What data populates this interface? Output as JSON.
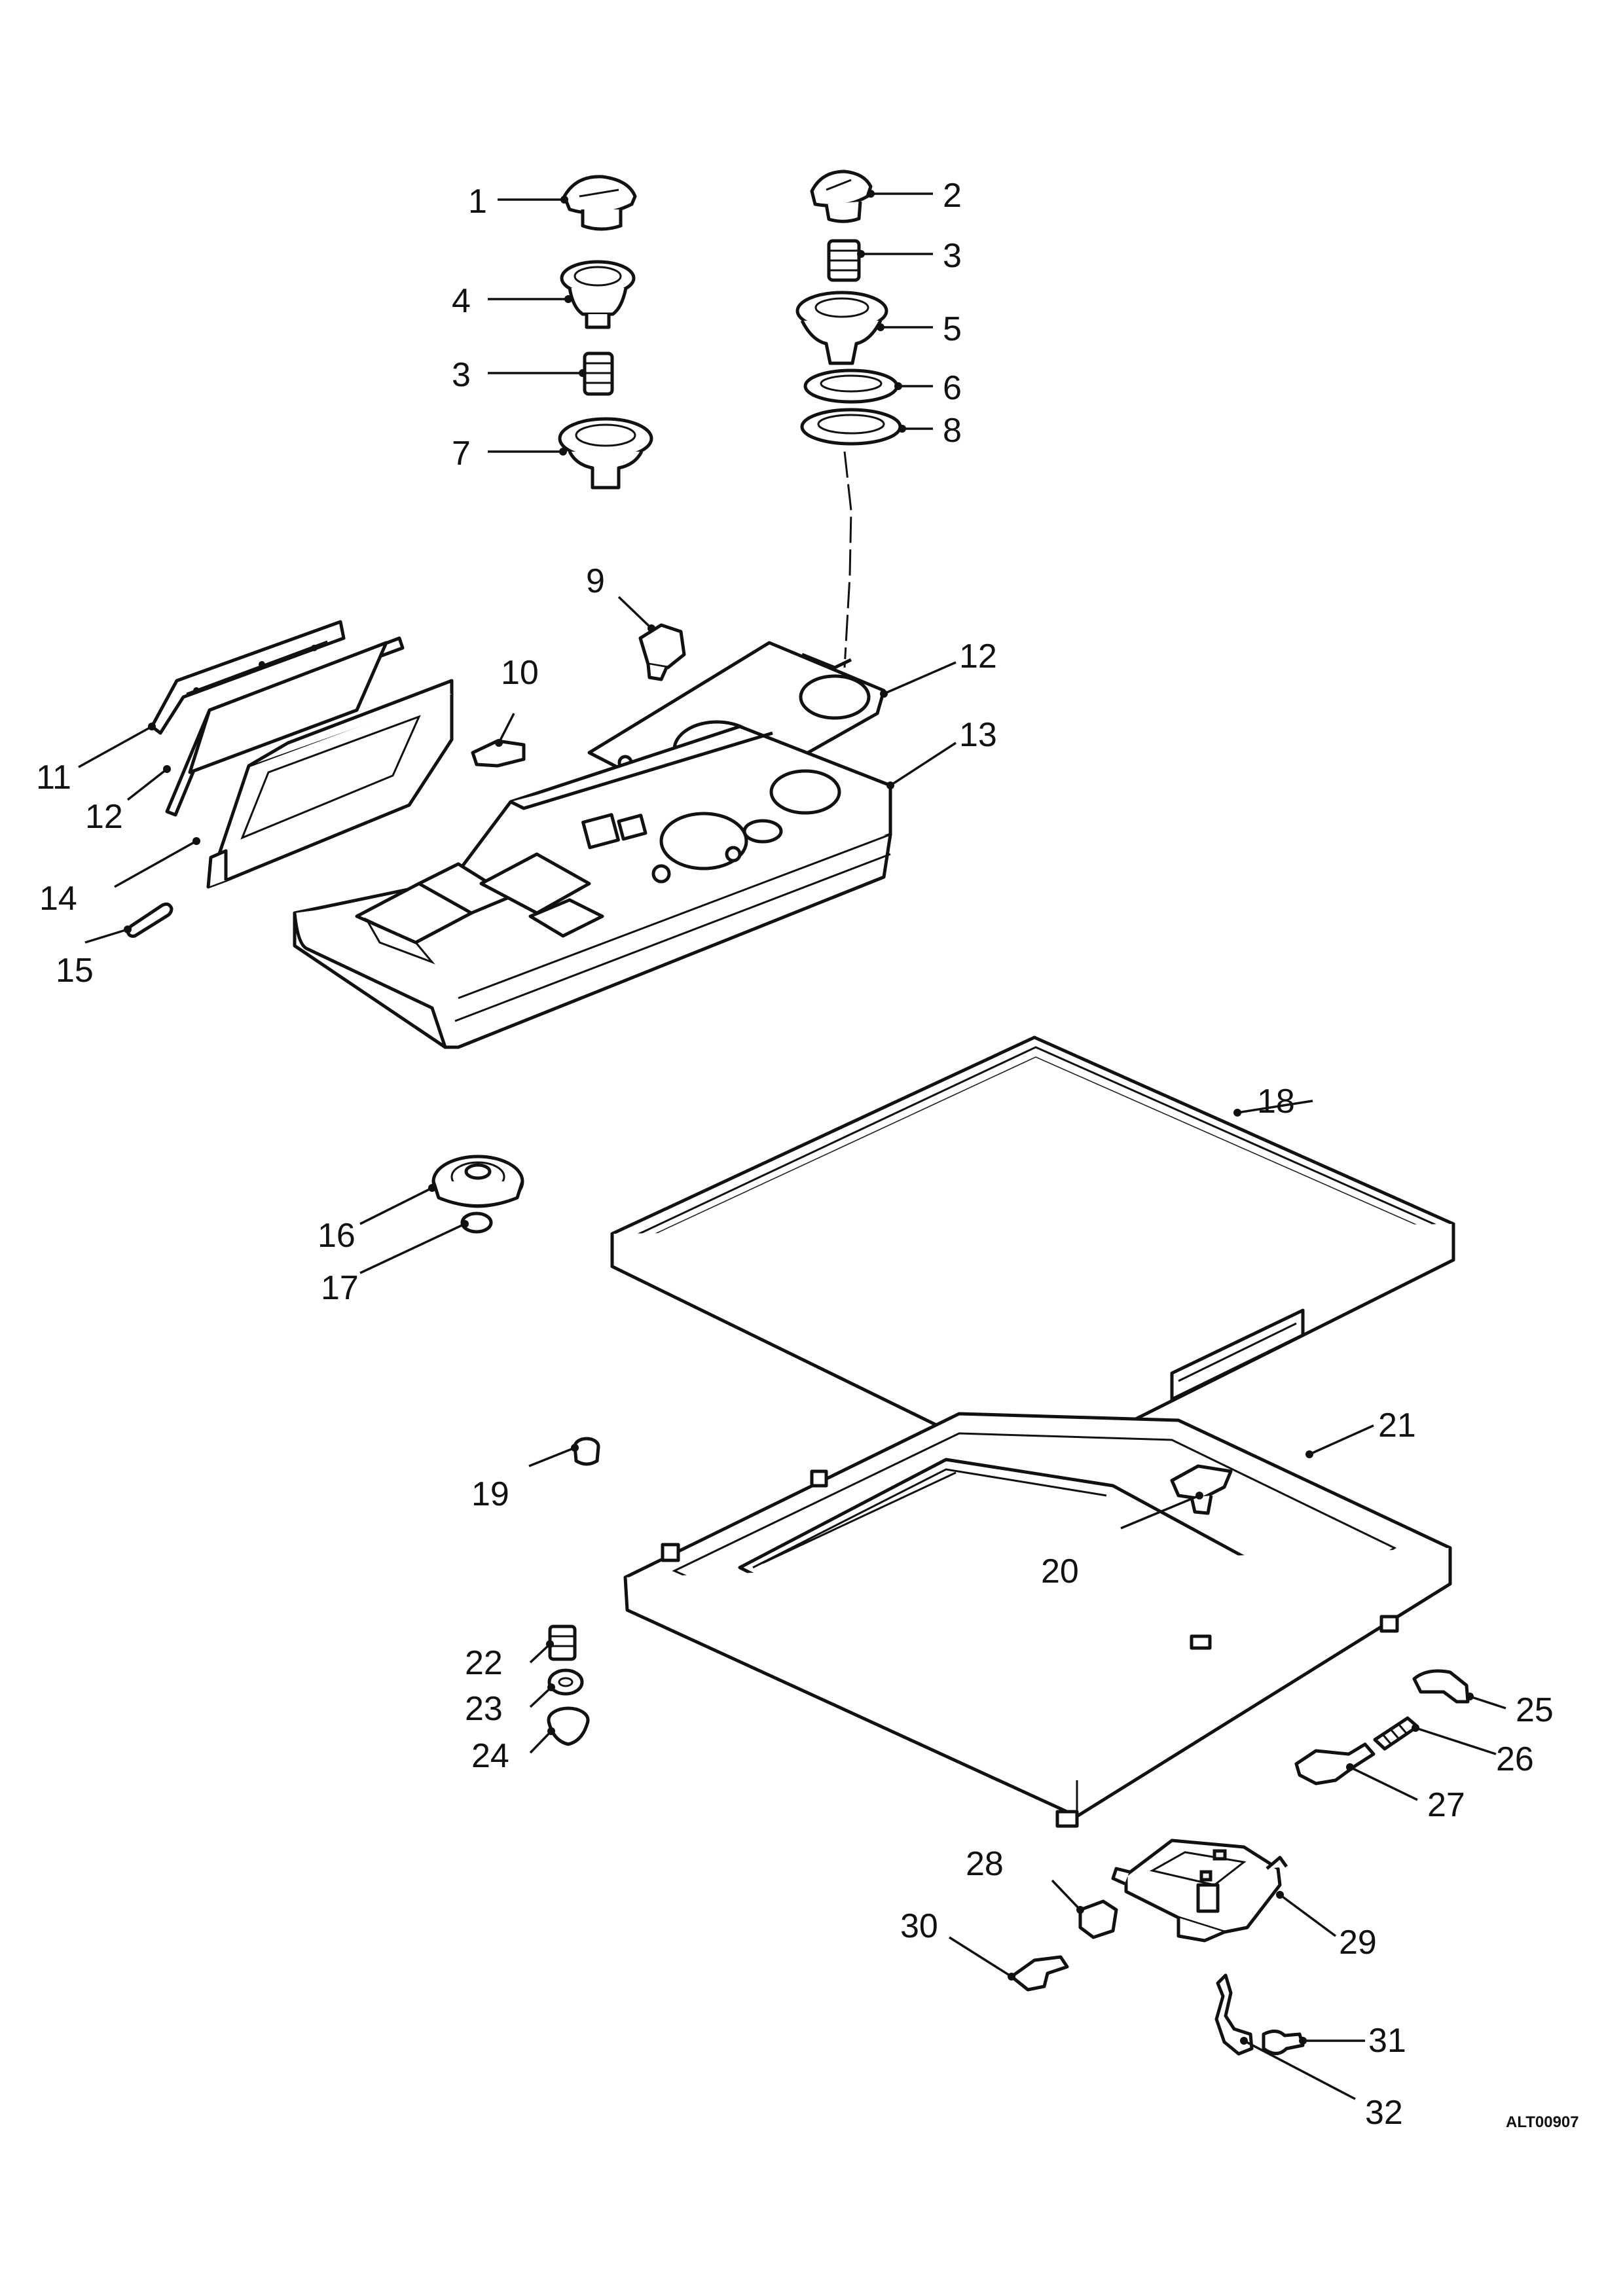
{
  "drawing_code": "ALT00907",
  "callouts": [
    {
      "id": "c1",
      "label": "1"
    },
    {
      "id": "c2",
      "label": "2"
    },
    {
      "id": "c3a",
      "label": "3"
    },
    {
      "id": "c3b",
      "label": "3"
    },
    {
      "id": "c4",
      "label": "4"
    },
    {
      "id": "c5",
      "label": "5"
    },
    {
      "id": "c6",
      "label": "6"
    },
    {
      "id": "c7",
      "label": "7"
    },
    {
      "id": "c8",
      "label": "8"
    },
    {
      "id": "c9",
      "label": "9"
    },
    {
      "id": "c10",
      "label": "10"
    },
    {
      "id": "c11",
      "label": "11"
    },
    {
      "id": "c12a",
      "label": "12"
    },
    {
      "id": "c12b",
      "label": "12"
    },
    {
      "id": "c13",
      "label": "13"
    },
    {
      "id": "c14",
      "label": "14"
    },
    {
      "id": "c15",
      "label": "15"
    },
    {
      "id": "c16",
      "label": "16"
    },
    {
      "id": "c17",
      "label": "17"
    },
    {
      "id": "c18",
      "label": "18"
    },
    {
      "id": "c19",
      "label": "19"
    },
    {
      "id": "c20",
      "label": "20"
    },
    {
      "id": "c21",
      "label": "21"
    },
    {
      "id": "c22",
      "label": "22"
    },
    {
      "id": "c23",
      "label": "23"
    },
    {
      "id": "c24",
      "label": "24"
    },
    {
      "id": "c25",
      "label": "25"
    },
    {
      "id": "c26",
      "label": "26"
    },
    {
      "id": "c27",
      "label": "27"
    },
    {
      "id": "c28",
      "label": "28"
    },
    {
      "id": "c29",
      "label": "29"
    },
    {
      "id": "c30",
      "label": "30"
    },
    {
      "id": "c31",
      "label": "31"
    },
    {
      "id": "c32",
      "label": "32"
    }
  ]
}
